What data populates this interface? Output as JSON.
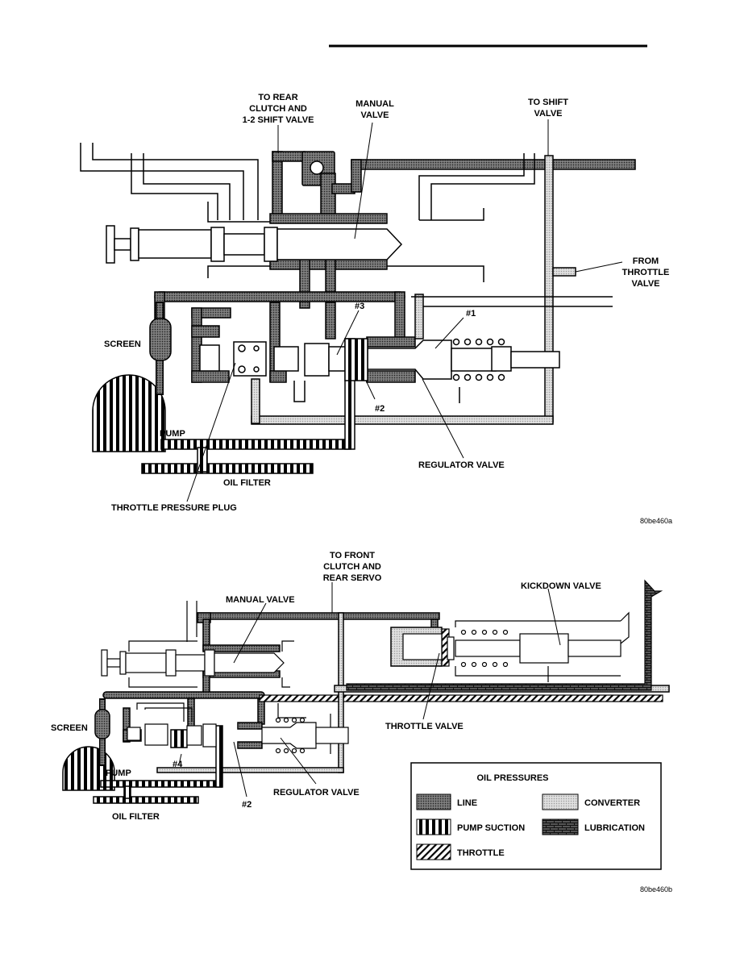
{
  "header_rule": true,
  "top_diagram": {
    "labels": {
      "to_rear_l1": "TO REAR",
      "to_rear_l2": "CLUTCH AND",
      "to_rear_l3": "1-2 SHIFT VALVE",
      "manual_l1": "MANUAL",
      "manual_l2": "VALVE",
      "to_shift_l1": "TO SHIFT",
      "to_shift_l2": "VALVE",
      "from_throttle_l1": "FROM",
      "from_throttle_l2": "THROTTLE",
      "from_throttle_l3": "VALVE",
      "screen": "SCREEN",
      "pump": "PUMP",
      "oil_filter": "OIL FILTER",
      "throttle_pressure_plug": "THROTTLE PRESSURE PLUG",
      "regulator_valve": "REGULATOR VALVE",
      "n1": "#1",
      "n2": "#2",
      "n3": "#3"
    },
    "code": "80be460a"
  },
  "bottom_diagram": {
    "labels": {
      "to_front_l1": "TO FRONT",
      "to_front_l2": "CLUTCH AND",
      "to_front_l3": "REAR SERVO",
      "manual_valve": "MANUAL VALVE",
      "kickdown_valve": "KICKDOWN VALVE",
      "screen": "SCREEN",
      "pump": "PUMP",
      "oil_filter": "OIL FILTER",
      "throttle_valve": "THROTTLE VALVE",
      "regulator_valve": "REGULATOR VALVE",
      "n2": "#2",
      "n4": "#4"
    },
    "code": "80be460b"
  },
  "legend": {
    "title": "OIL PRESSURES",
    "items": {
      "line": "LINE",
      "converter": "CONVERTER",
      "pump_suction": "PUMP SUCTION",
      "lubrication": "LUBRICATION",
      "throttle": "THROTTLE"
    }
  }
}
